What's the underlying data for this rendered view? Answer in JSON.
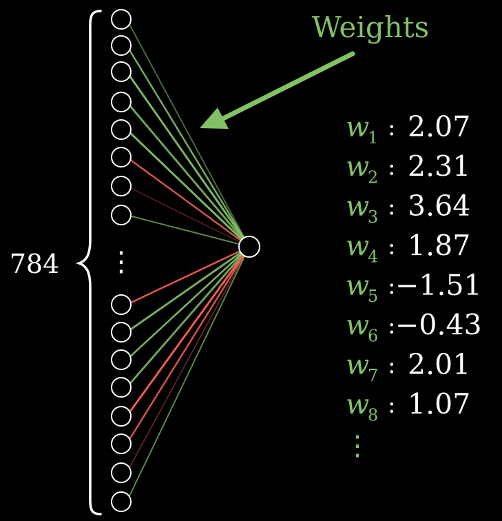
{
  "title": "Weights",
  "input_count_label": "784",
  "ellipsis_glyph": "⋮",
  "colors": {
    "background": "#000000",
    "positive_weight": "#83c167",
    "negative_weight": "#fc6255",
    "neuron_stroke": "#ffffff",
    "text": "#ffffff"
  },
  "neurons": {
    "visible_top_count": 8,
    "visible_bottom_count": 8
  },
  "weights": [
    {
      "label": "w",
      "index": "1",
      "value": "2.07"
    },
    {
      "label": "w",
      "index": "2",
      "value": "2.31"
    },
    {
      "label": "w",
      "index": "3",
      "value": "3.64"
    },
    {
      "label": "w",
      "index": "4",
      "value": "1.87"
    },
    {
      "label": "w",
      "index": "5",
      "value": "−1.51"
    },
    {
      "label": "w",
      "index": "6",
      "value": "−0.43"
    },
    {
      "label": "w",
      "index": "7",
      "value": "2.01"
    },
    {
      "label": "w",
      "index": "8",
      "value": "1.07"
    }
  ],
  "connection_signs": [
    "positive",
    "positive",
    "positive",
    "positive",
    "positive",
    "negative",
    "negative",
    "positive",
    "negative",
    "positive",
    "positive",
    "positive",
    "negative",
    "negative",
    "negative",
    "positive"
  ]
}
